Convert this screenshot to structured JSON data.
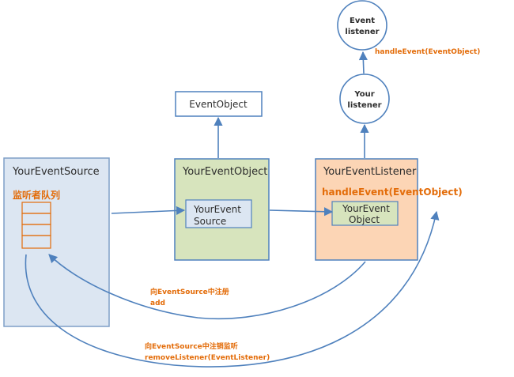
{
  "nodes": {
    "source": {
      "title": "YourEventSource",
      "queue_label": "监听者队列"
    },
    "object": {
      "title": "YourEventObject",
      "inner": [
        "YourEvent",
        "Source"
      ]
    },
    "listener": {
      "title": "YourEventListener",
      "method": "handleEvent(EventObject)",
      "inner": [
        "YourEvent",
        "Object"
      ]
    },
    "event_object": {
      "title": "EventObject"
    },
    "your_listener": {
      "lines": [
        "Your",
        "listener"
      ]
    },
    "event_listener": {
      "lines": [
        "Event",
        "listener"
      ]
    }
  },
  "annotations": {
    "handle_call": "handleEvent(EventObject)",
    "add_note": [
      "向EventSource中注册",
      "add"
    ],
    "remove_note": [
      "向EventSource中注销监听",
      "removeListener(EventListener)"
    ]
  },
  "colors": {
    "source_fill": "#dce6f2",
    "object_fill": "#d7e4bd",
    "listener_fill": "#fcd5b5",
    "inner_fill": "#dce6f2",
    "inner_listener_fill": "#d7e4bd",
    "stroke": "#4f81bd",
    "queue_stroke": "#e36c09",
    "accent_text": "#e36c09"
  }
}
